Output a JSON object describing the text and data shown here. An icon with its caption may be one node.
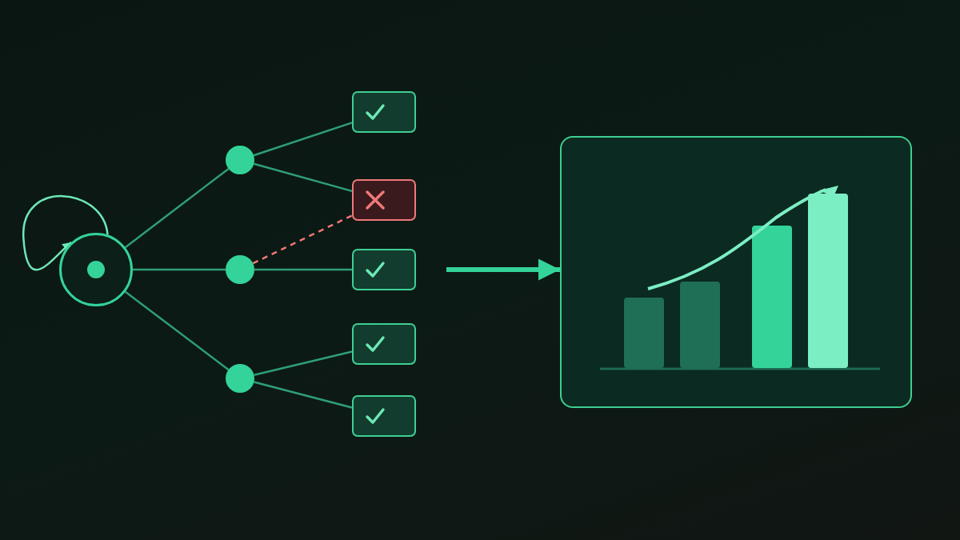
{
  "diagram": {
    "nodes": [
      {
        "text": [],
        "shape": "circle"
      },
      {
        "text": [],
        "shape": "circle"
      },
      {
        "text": [],
        "shape": "circle"
      },
      {
        "text": [],
        "shape": "circle"
      },
      {
        "text": [],
        "shape": "box"
      },
      {
        "text": [],
        "shape": "box"
      },
      {
        "text": [],
        "shape": "box"
      },
      {
        "text": [],
        "shape": "box"
      },
      {
        "text": [],
        "shape": "box"
      },
      {
        "text": [],
        "shape": "box"
      }
    ],
    "edges": [
      {
        "from": 0,
        "to": 1,
        "arrow": "none"
      },
      {
        "from": 0,
        "to": 2,
        "arrow": "none"
      },
      {
        "from": 0,
        "to": 3,
        "arrow": "none"
      },
      {
        "from": 1,
        "to": 4,
        "arrow": "none"
      },
      {
        "from": 1,
        "to": 5,
        "arrow": "none"
      },
      {
        "from": 2,
        "to": 5,
        "arrow": "none",
        "style": "dashed",
        "color": "#f07878"
      },
      {
        "from": 2,
        "to": 6,
        "arrow": "none"
      },
      {
        "from": 3,
        "to": 7,
        "arrow": "none"
      },
      {
        "from": 3,
        "to": 8,
        "arrow": "none"
      },
      {
        "from": null,
        "to": 9,
        "arrow": "to",
        "style": "thick",
        "color": "#34d399"
      },
      {
        "from": 0,
        "to": 0,
        "arrow": "to",
        "color": "#6ee7b7"
      }
    ]
  }
}
